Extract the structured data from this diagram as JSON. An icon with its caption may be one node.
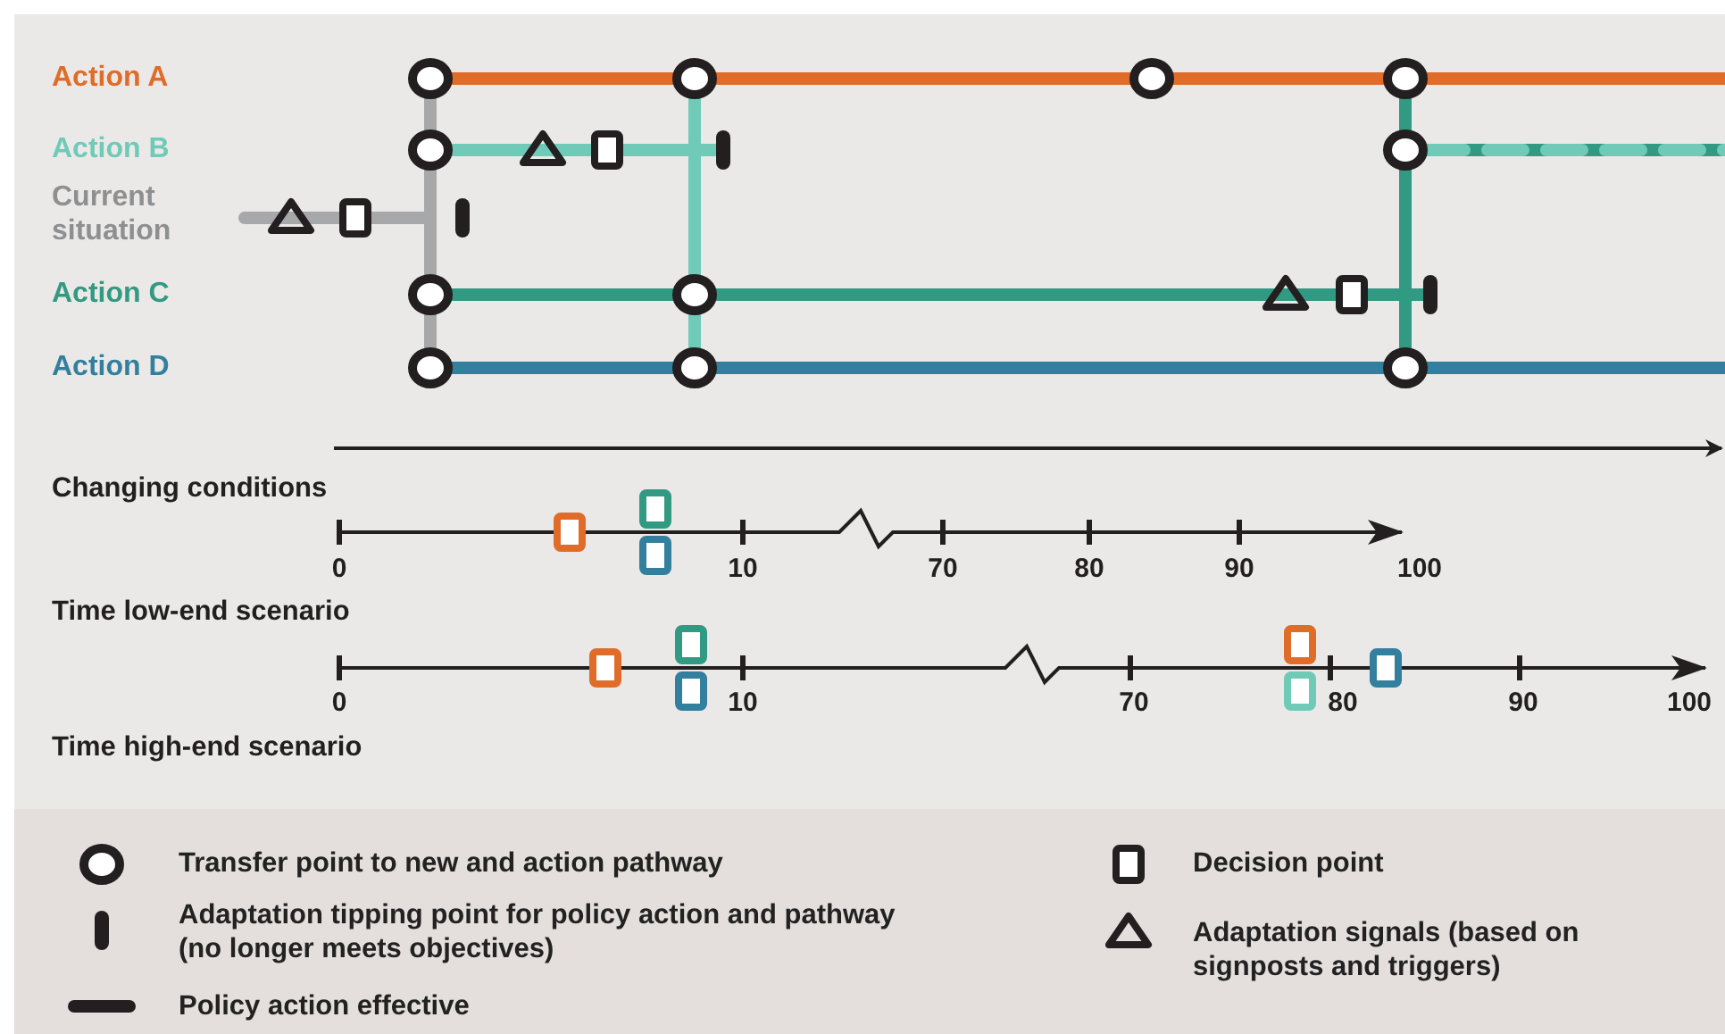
{
  "diagram": {
    "labels": [
      "Action A",
      "Action B",
      "Current situation",
      "Action C",
      "Action D",
      "Changing conditions",
      "0",
      "10",
      "70",
      "80",
      "90",
      "100",
      "Time low-end scenario",
      "0",
      "10",
      "70",
      "80",
      "90",
      "100",
      "Time high-end scenario"
    ],
    "legend": [
      {
        "text": "Transfer point to new and action pathway"
      },
      {
        "text": "Adaptation tipping point for policy action and pathway (no longer meets objectives)"
      },
      {
        "text": "Policy action effective"
      },
      {
        "text": "Decision point"
      },
      {
        "text": "Adaptation signals (based on signposts and triggers)"
      }
    ]
  }
}
